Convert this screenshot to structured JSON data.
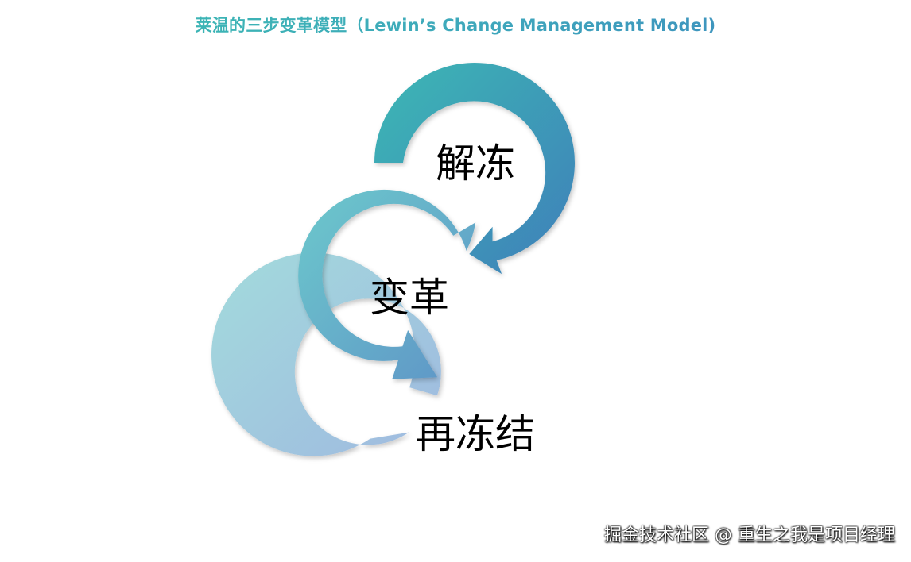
{
  "title": "莱温的三步变革模型（Lewin’s Change Management Model)",
  "stages": [
    {
      "label": "解冻",
      "color_start": "#3db8b4",
      "color_end": "#3f7fba"
    },
    {
      "label": "变革",
      "color_start": "#6cc9cc",
      "color_end": "#5f94c7"
    },
    {
      "label": "再冻结",
      "color_start": "#a3dbdc",
      "color_end": "#9fb9e0"
    }
  ],
  "watermark": "掘金技术社区 @ 重生之我是项目经理"
}
